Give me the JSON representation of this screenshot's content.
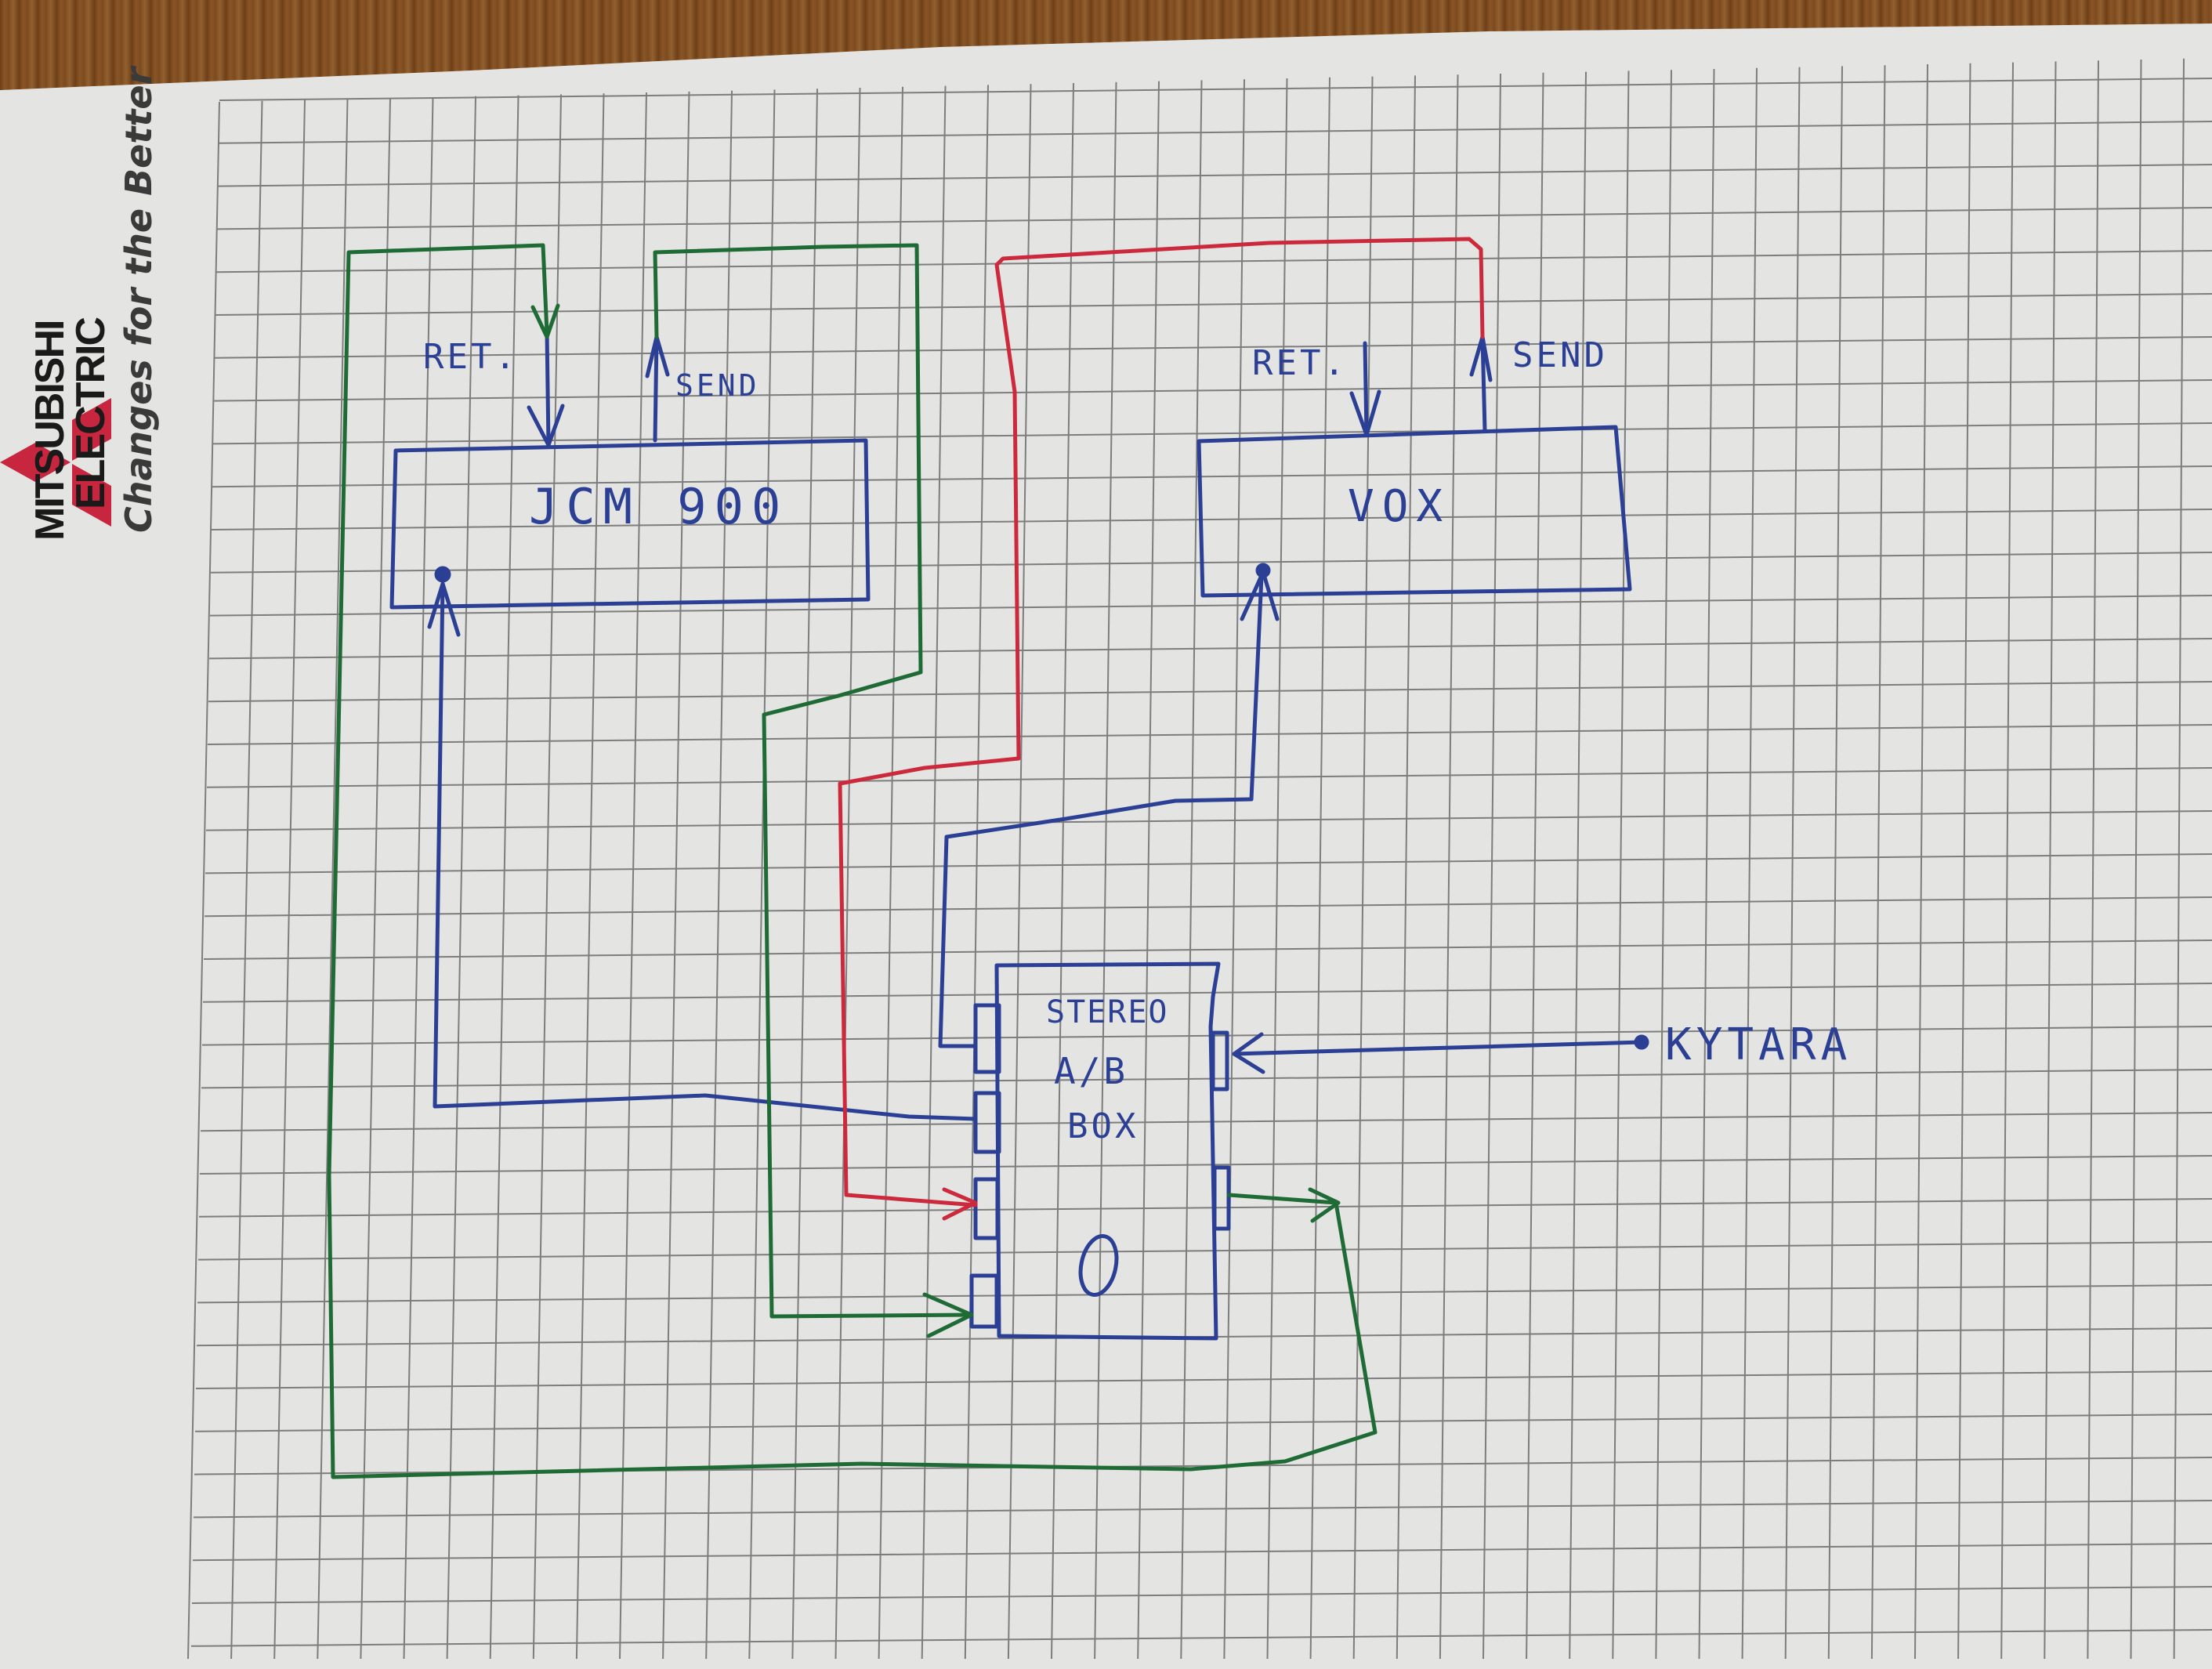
{
  "logo": {
    "brand_line1": "MITSUBISHI",
    "brand_line2": "ELECTRIC",
    "tagline": "Changes for the Better",
    "mark_color": "#c8263f"
  },
  "diagram": {
    "ink_colors": {
      "blue": "#2b3f94",
      "green": "#1f6b35",
      "red": "#cc2a3c"
    },
    "components": {
      "jcm900": {
        "label": "JCM  900",
        "ret_label": "RET.",
        "send_label": "SEND"
      },
      "vox": {
        "label": "VOX",
        "ret_label": "RET.",
        "send_label": "SEND"
      },
      "ab_box": {
        "label_line1": "STEREO",
        "label_line2": "A/B",
        "label_line3": "BOX",
        "knob_label": "0"
      },
      "guitar": {
        "label": "KYTARA"
      }
    },
    "connections": [
      {
        "from": "KYTARA",
        "to": "A/B BOX input",
        "color": "blue"
      },
      {
        "from": "A/B BOX out A",
        "to": "VOX input",
        "color": "blue"
      },
      {
        "from": "A/B BOX out B",
        "to": "JCM 900 input",
        "color": "blue"
      },
      {
        "from": "VOX SEND",
        "to": "A/B BOX return A",
        "color": "red"
      },
      {
        "from": "JCM 900 SEND",
        "to": "A/B BOX return B",
        "color": "green"
      },
      {
        "from": "A/B BOX loop out",
        "to": "JCM 900 RET.",
        "color": "green"
      }
    ]
  }
}
